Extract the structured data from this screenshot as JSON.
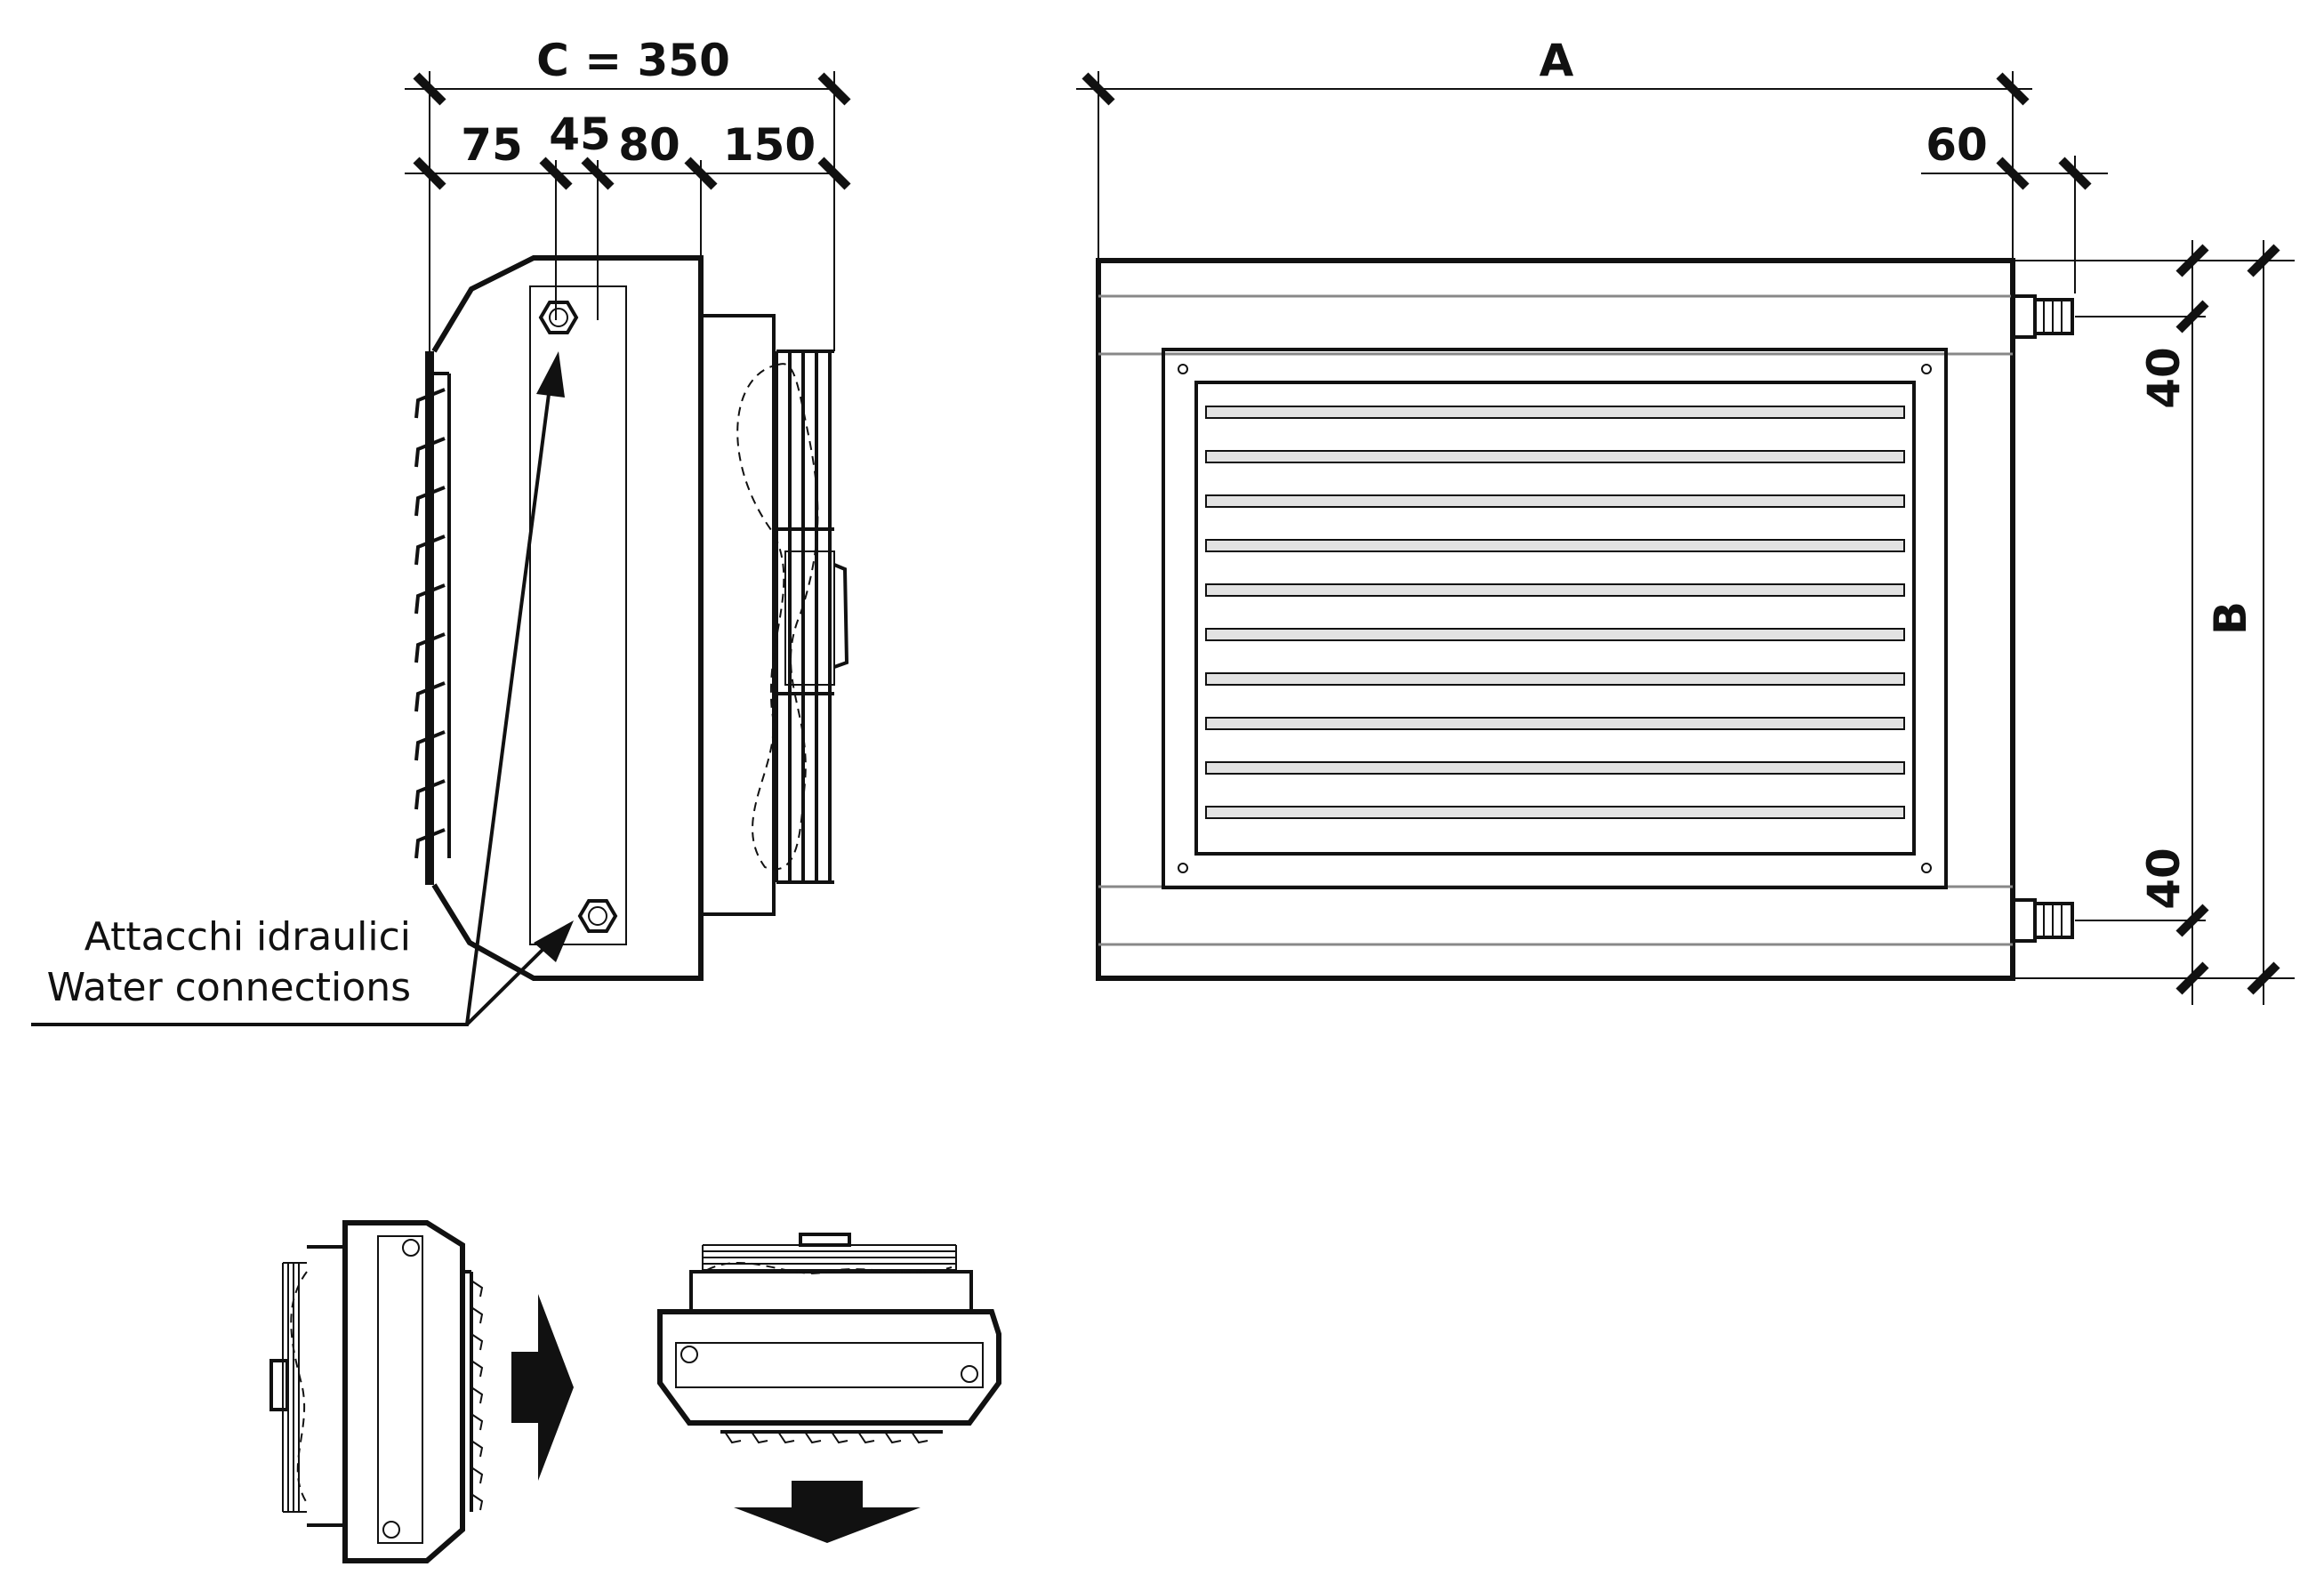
{
  "dimensions": {
    "c_total": "C = 350",
    "c_segments": [
      "75",
      "45",
      "80",
      "150"
    ],
    "a": "A",
    "a_offset": "60",
    "b": "B",
    "connection_offset_top": "40",
    "connection_offset_bottom": "40"
  },
  "callout": {
    "line1": "Attacchi idraulici",
    "line2": "Water connections"
  },
  "icons": {
    "flow_arrow_right": "arrow-right-icon",
    "flow_arrow_down": "arrow-down-icon"
  }
}
